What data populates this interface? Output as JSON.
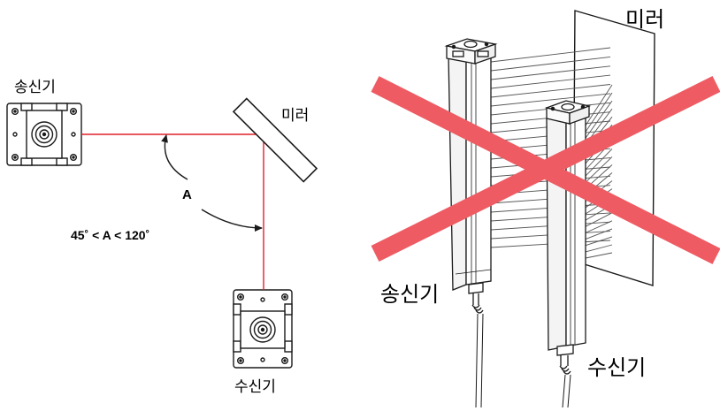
{
  "left_diagram": {
    "transmitter_label": "송신기",
    "receiver_label": "수신기",
    "mirror_label": "미러",
    "angle_label": "A",
    "angle_range": "45˚ < A < 120˚"
  },
  "right_diagram": {
    "mirror_label": "미러",
    "transmitter_label": "송신기",
    "receiver_label": "수신기",
    "status": "incorrect"
  },
  "colors": {
    "beam": "#e0202a",
    "cross": "#ee5b63",
    "line": "#1a1a1a"
  }
}
